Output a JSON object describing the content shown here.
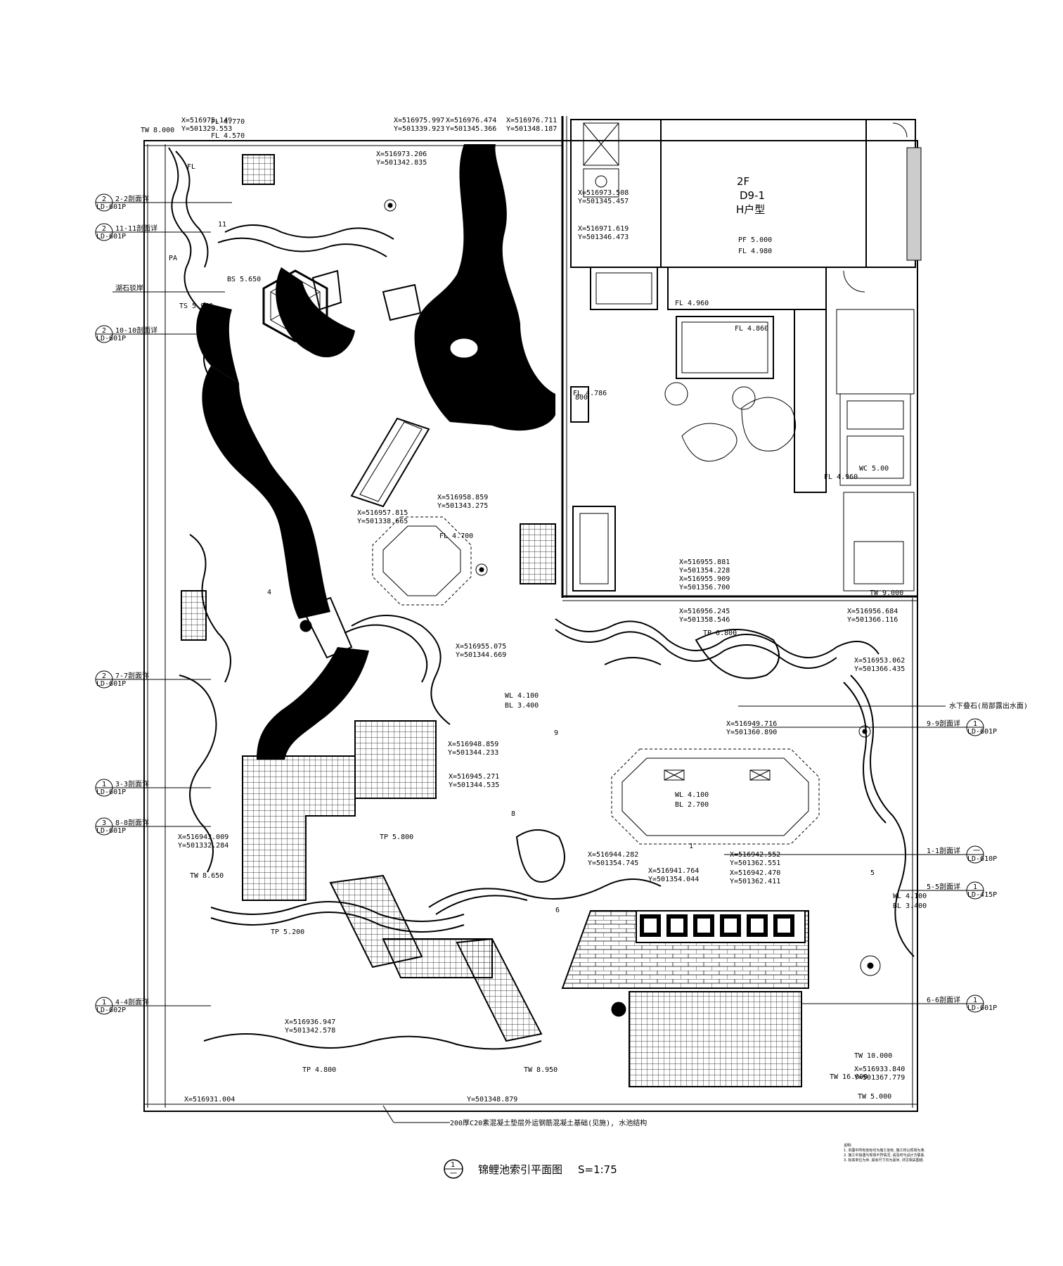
{
  "title": {
    "text": "锦鲤池索引平面图",
    "scale": "S=1:75",
    "symbol_top": "1",
    "symbol_bottom": "一"
  },
  "room": {
    "floor": "2F",
    "unit": "D9-1",
    "type": "H户型",
    "pf": "PF 5.000",
    "fl": "FL 4.980"
  },
  "section_markers_left": [
    {
      "num": "2",
      "ref": "LD-601P",
      "label": "2-2剖面详"
    },
    {
      "num": "2",
      "ref": "LD-601P",
      "label": "11-11剖面详"
    },
    {
      "num": "",
      "ref": "",
      "label": "湖石驳岸"
    },
    {
      "num": "2",
      "ref": "LD-601P",
      "label": "10-10剖面详"
    },
    {
      "num": "2",
      "ref": "LD-601P",
      "label": "7-7剖面详"
    },
    {
      "num": "1",
      "ref": "LD-601P",
      "label": "3-3剖面详"
    },
    {
      "num": "3",
      "ref": "LD-601P",
      "label": "8-8剖面详"
    },
    {
      "num": "1",
      "ref": "LD-602P",
      "label": "4-4剖面详"
    }
  ],
  "section_markers_right": [
    {
      "num": "",
      "ref": "",
      "label": "水下叠石(局部露出水面)"
    },
    {
      "num": "1",
      "ref": "LD-601P",
      "label": "9-9剖面详"
    },
    {
      "num": "一",
      "ref": "LD-610P",
      "label": "1-1剖面详"
    },
    {
      "num": "1",
      "ref": "LD-415P",
      "label": "5-5剖面详"
    },
    {
      "num": "1",
      "ref": "LD-601P",
      "label": "6-6剖面详"
    }
  ],
  "pond_labels": {
    "wl": "WL 4.100",
    "bl_upper": "BL 3.400",
    "bl_lower": "BL 2.700"
  },
  "coordinates": [
    "X=516975.149",
    "Y=501329.553",
    "X=516975.997",
    "Y=501339.923",
    "X=516976.474",
    "Y=501345.366",
    "X=516976.711",
    "Y=501348.187",
    "X=516973.206",
    "Y=501342.835",
    "X=516973.508",
    "Y=501345.457",
    "X=516971.619",
    "Y=501346.473",
    "X=516958.859",
    "Y=501343.275",
    "X=516957.815",
    "Y=501338.665",
    "X=516955.881",
    "Y=501354.228",
    "X=516955.909",
    "Y=501356.700",
    "X=516956.245",
    "Y=501358.546",
    "X=516956.684",
    "Y=501366.116",
    "X=516953.062",
    "Y=501366.435",
    "X=516955.075",
    "Y=501344.669",
    "X=516948.859",
    "Y=501344.233",
    "X=516945.271",
    "Y=501344.535",
    "X=516949.716",
    "Y=501360.890",
    "X=516944.282",
    "Y=501354.745",
    "X=516941.764",
    "Y=501354.044",
    "X=516942.552",
    "Y=501362.551",
    "X=516942.470",
    "Y=501362.411",
    "X=516936.947",
    "Y=501342.578",
    "X=516931.004",
    "Y=501348.879",
    "X=516933.840",
    "Y=501367.779",
    "X=516943.009",
    "Y=501332.284"
  ],
  "elevations": [
    "FL 4.770",
    "FL 4.570",
    "TW 8.000",
    "FL 4.960",
    "FL 4.860",
    "TP 6.800",
    "TP 5.200",
    "TP 4.800",
    "TW 10.000",
    "TW 8.950",
    "FL 4.786",
    "TW 5.000",
    "FL 4.700",
    "TW 9.000",
    "TP 5.800",
    "BS 5.650",
    "TS 5.950",
    "TW 8.650",
    "FL 4.960",
    "TW 16.000"
  ],
  "bottom_note": "200厚C20素混凝土垫层外运钢筋混凝土基础(见施), 水池结构",
  "notes": [
    "说明:",
    "1. 本图中所有坐标均为施工坐标, 施工时以现场为准.",
    "2. 施工中如遇与现场不符情况, 请及时与设计方联系.",
    "3. 标高单位为米, 其余尺寸均为毫米, 详见相关图纸."
  ],
  "labels_misc": [
    "800",
    "11",
    "9",
    "8",
    "6",
    "5",
    "4",
    "1",
    "PA",
    "FL",
    "WC 5.00"
  ]
}
